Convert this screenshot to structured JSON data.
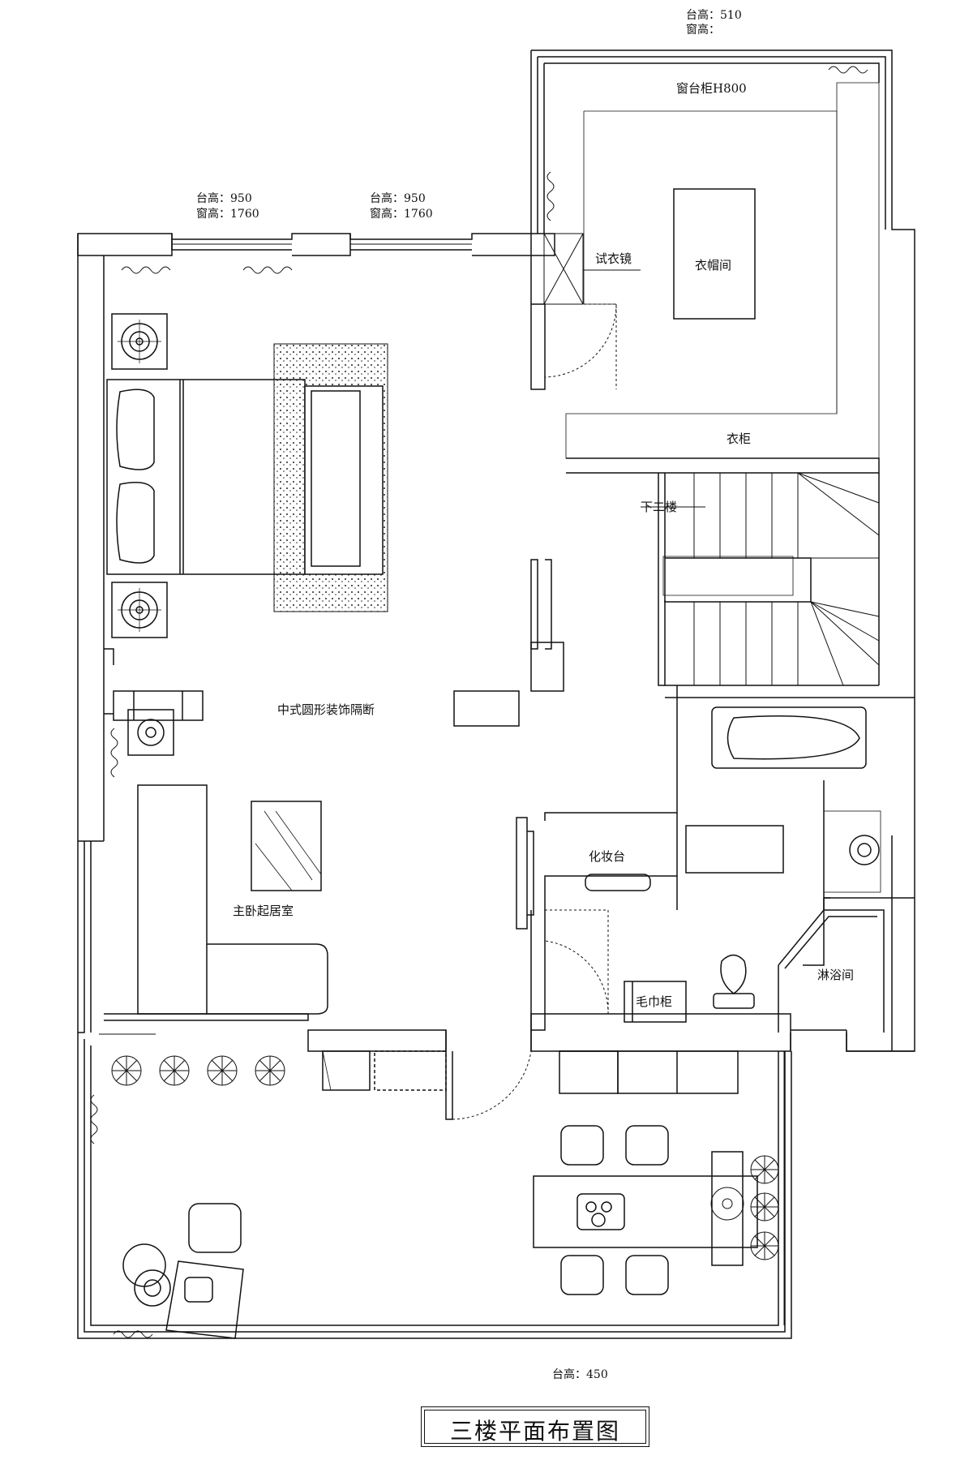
{
  "window_notes": {
    "top_right": {
      "sill": "台高：510",
      "window": "窗高："
    },
    "top_left_1": {
      "sill": "台高：950",
      "window": "窗高：1760"
    },
    "top_left_2": {
      "sill": "台高：950",
      "window": "窗高：1760"
    },
    "bottom": {
      "sill": "台高：450"
    }
  },
  "labels": {
    "sill_cabinet": "窗台柜H800",
    "cloakroom": "衣帽间",
    "fitting_mirror": "试衣镜",
    "wardrobe": "衣柜",
    "down_stairs": "下二楼",
    "partition": "中式圆形装饰隔断",
    "living_room": "主卧起居室",
    "dressing_table": "化妆台",
    "shower": "淋浴间",
    "towel_cabinet": "毛巾柜"
  },
  "title": "三楼平面布置图",
  "colors": {
    "line": "#111111",
    "background": "#ffffff",
    "hatch": "#222222"
  }
}
